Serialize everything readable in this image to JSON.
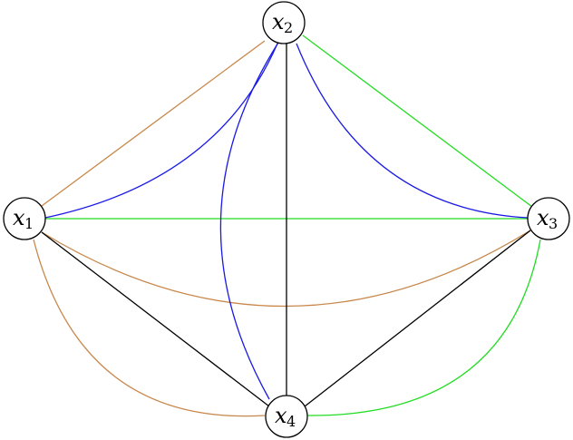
{
  "nodes": [
    {
      "id": "x1",
      "name": "x",
      "sub": "1"
    },
    {
      "id": "x2",
      "name": "x",
      "sub": "2"
    },
    {
      "id": "x3",
      "name": "x",
      "sub": "3"
    },
    {
      "id": "x4",
      "name": "x",
      "sub": "4"
    }
  ],
  "colors": {
    "brown": "#c8874a",
    "blue": "#1a1ae6",
    "green": "#22dd22",
    "black": "#000000"
  },
  "edges": [
    {
      "from": "x1",
      "to": "x2",
      "color": "brown"
    },
    {
      "from": "x1",
      "to": "x2",
      "color": "blue"
    },
    {
      "from": "x1",
      "to": "x3",
      "color": "green"
    },
    {
      "from": "x1",
      "to": "x3",
      "color": "brown"
    },
    {
      "from": "x1",
      "to": "x4",
      "color": "black"
    },
    {
      "from": "x1",
      "to": "x4",
      "color": "brown"
    },
    {
      "from": "x2",
      "to": "x3",
      "color": "green"
    },
    {
      "from": "x2",
      "to": "x3",
      "color": "blue"
    },
    {
      "from": "x2",
      "to": "x4",
      "color": "black"
    },
    {
      "from": "x2",
      "to": "x4",
      "color": "blue"
    },
    {
      "from": "x3",
      "to": "x4",
      "color": "black"
    },
    {
      "from": "x3",
      "to": "x4",
      "color": "green"
    }
  ]
}
